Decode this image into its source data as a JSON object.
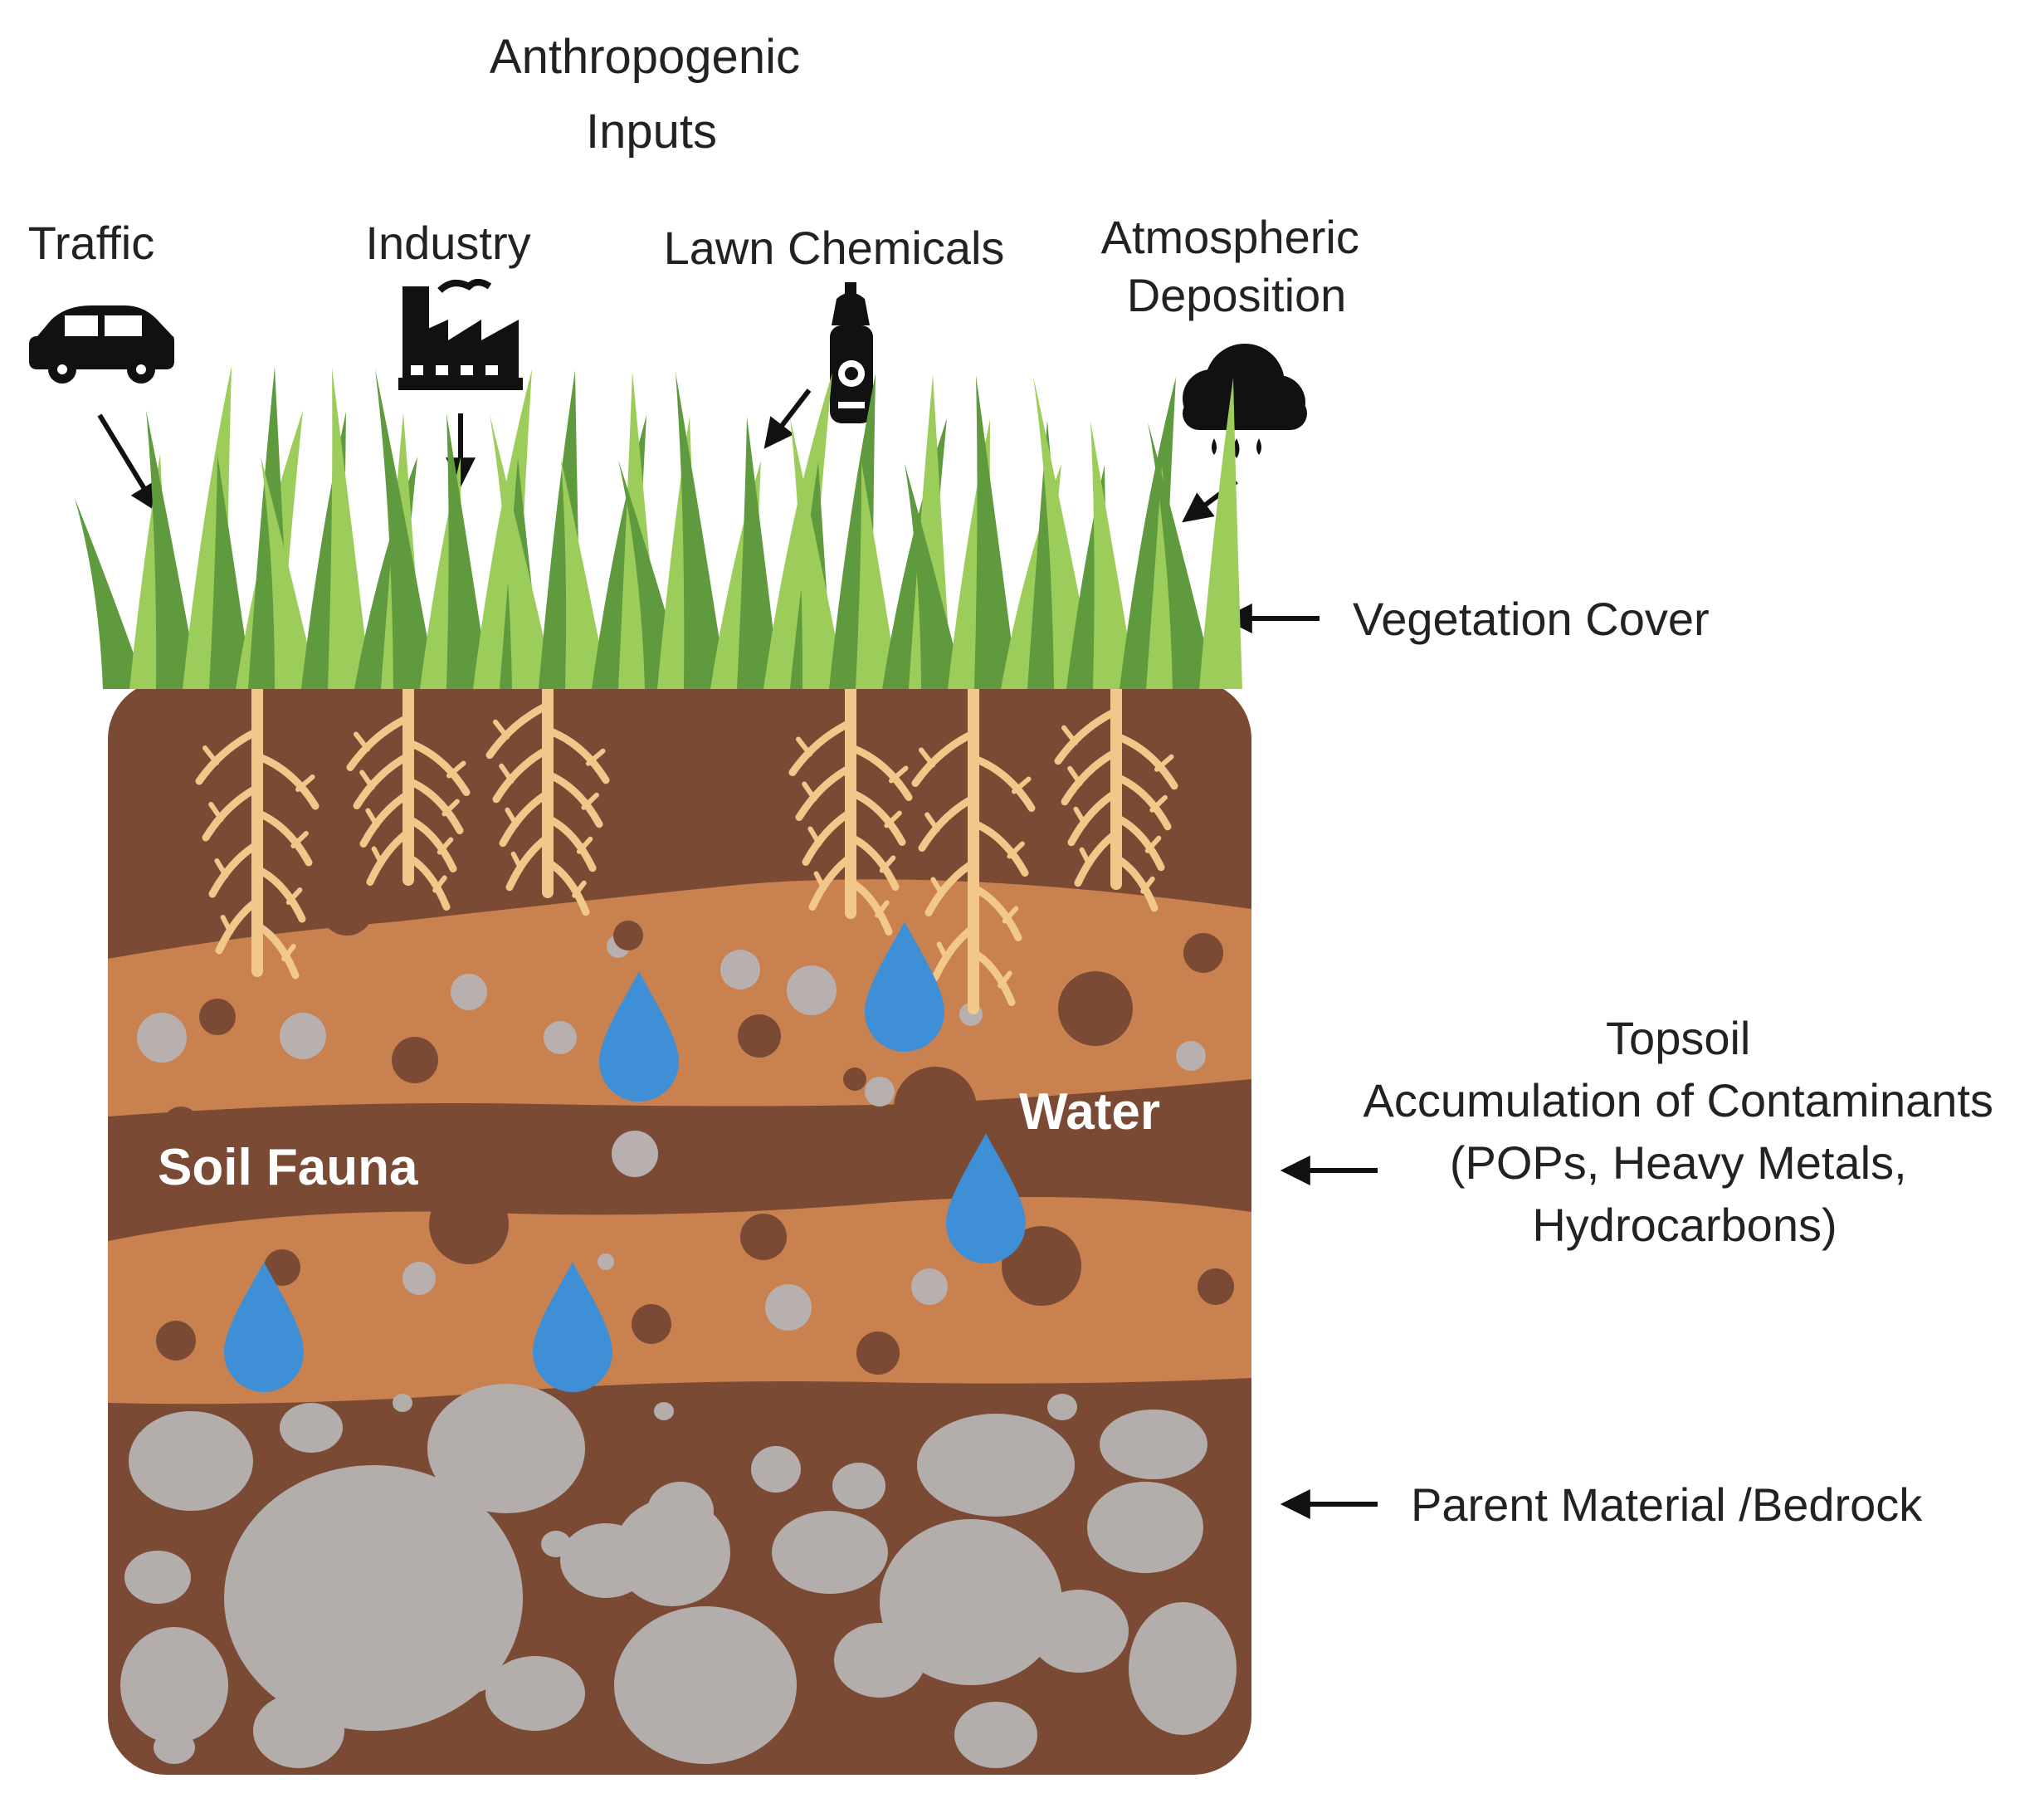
{
  "title": [
    "Anthropogenic",
    "Inputs"
  ],
  "sources": [
    {
      "label": [
        "Traffic"
      ],
      "icon": "car-icon"
    },
    {
      "label": [
        "Industry"
      ],
      "icon": "factory-icon"
    },
    {
      "label": [
        "Lawn Chemicals"
      ],
      "icon": "spray-bottle-icon"
    },
    {
      "label": [
        "Atmospheric",
        "Deposition"
      ],
      "icon": "rain-cloud-icon"
    }
  ],
  "side_labels": {
    "vegetation": [
      "Vegetation Cover"
    ],
    "topsoil": [
      "Topsoil",
      "Accumulation of Contaminants",
      "(POPs, Heavy Metals,",
      "Hydrocarbons)"
    ],
    "bedrock": [
      "Parent Material /Bedrock"
    ]
  },
  "inner_labels": {
    "soil_fauna": "Soil Fauna",
    "water": "Water"
  },
  "colors": {
    "dark_soil": "#7a4a35",
    "orange_soil": "#c9814f",
    "root": "#f2c88a",
    "water": "#3f8fd6",
    "pebble": "#b8b0ae",
    "rock": "#b3adab",
    "grass_light": "#9ccc5a",
    "grass_dark": "#5f9a3e"
  }
}
